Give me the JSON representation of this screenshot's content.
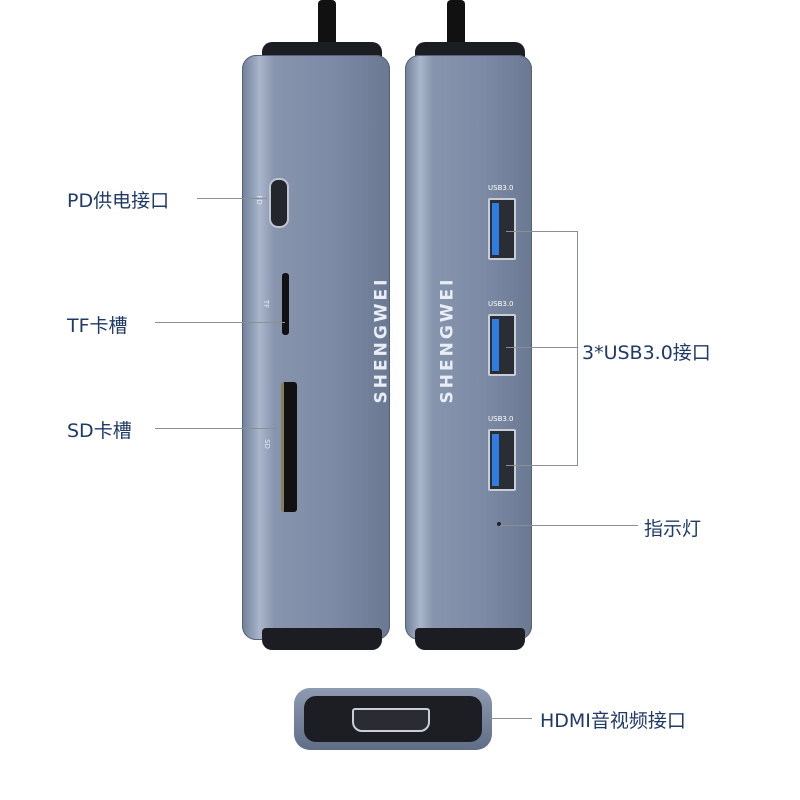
{
  "brand": "SHENGWEI",
  "callouts": {
    "pd": "PD供电接口",
    "tf": "TF卡槽",
    "sd": "SD卡槽",
    "usb": "3*USB3.0接口",
    "indicator": "指示灯",
    "hdmi": "HDMI音视频接口"
  },
  "port_marks": {
    "pd": "PD",
    "tf": "TF",
    "sd": "SD",
    "usb": [
      "USB3.0",
      "USB3.0",
      "USB3.0"
    ]
  }
}
